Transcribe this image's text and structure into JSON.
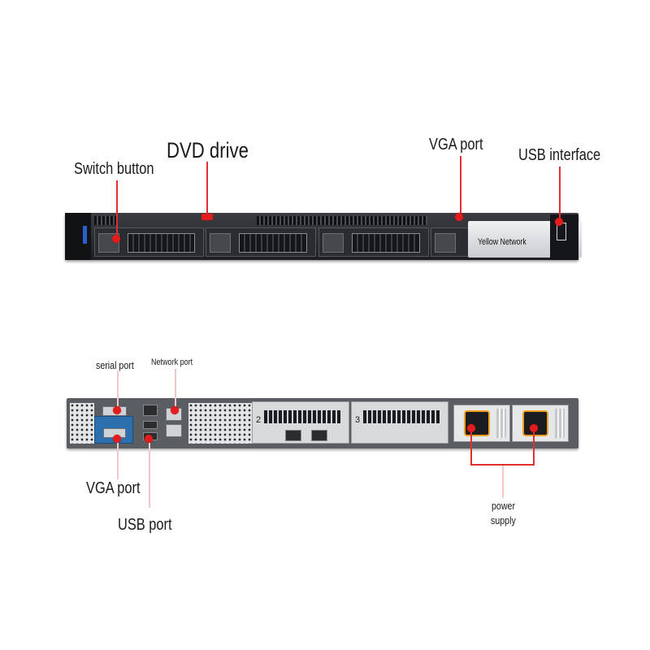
{
  "front_view": {
    "labels": {
      "switch_button": "Switch button",
      "dvd_drive": "DVD drive",
      "vga_port": "VGA port",
      "usb_interface": "USB interface"
    },
    "bezel_text": "Yellow Network"
  },
  "rear_view": {
    "labels": {
      "serial_port": "serial port",
      "network_port": "Network port",
      "vga_port": "VGA port",
      "usb_port": "USB port",
      "power_supply_line1": "power",
      "power_supply_line2": "supply"
    },
    "riser_numbers": [
      "2",
      "3"
    ]
  },
  "colors": {
    "marker": "#e21d1d",
    "leader": "#e23030",
    "chassis": "#2a2c30",
    "vga_block": "#2c6fae",
    "psu_socket_ring": "#f0a020"
  }
}
